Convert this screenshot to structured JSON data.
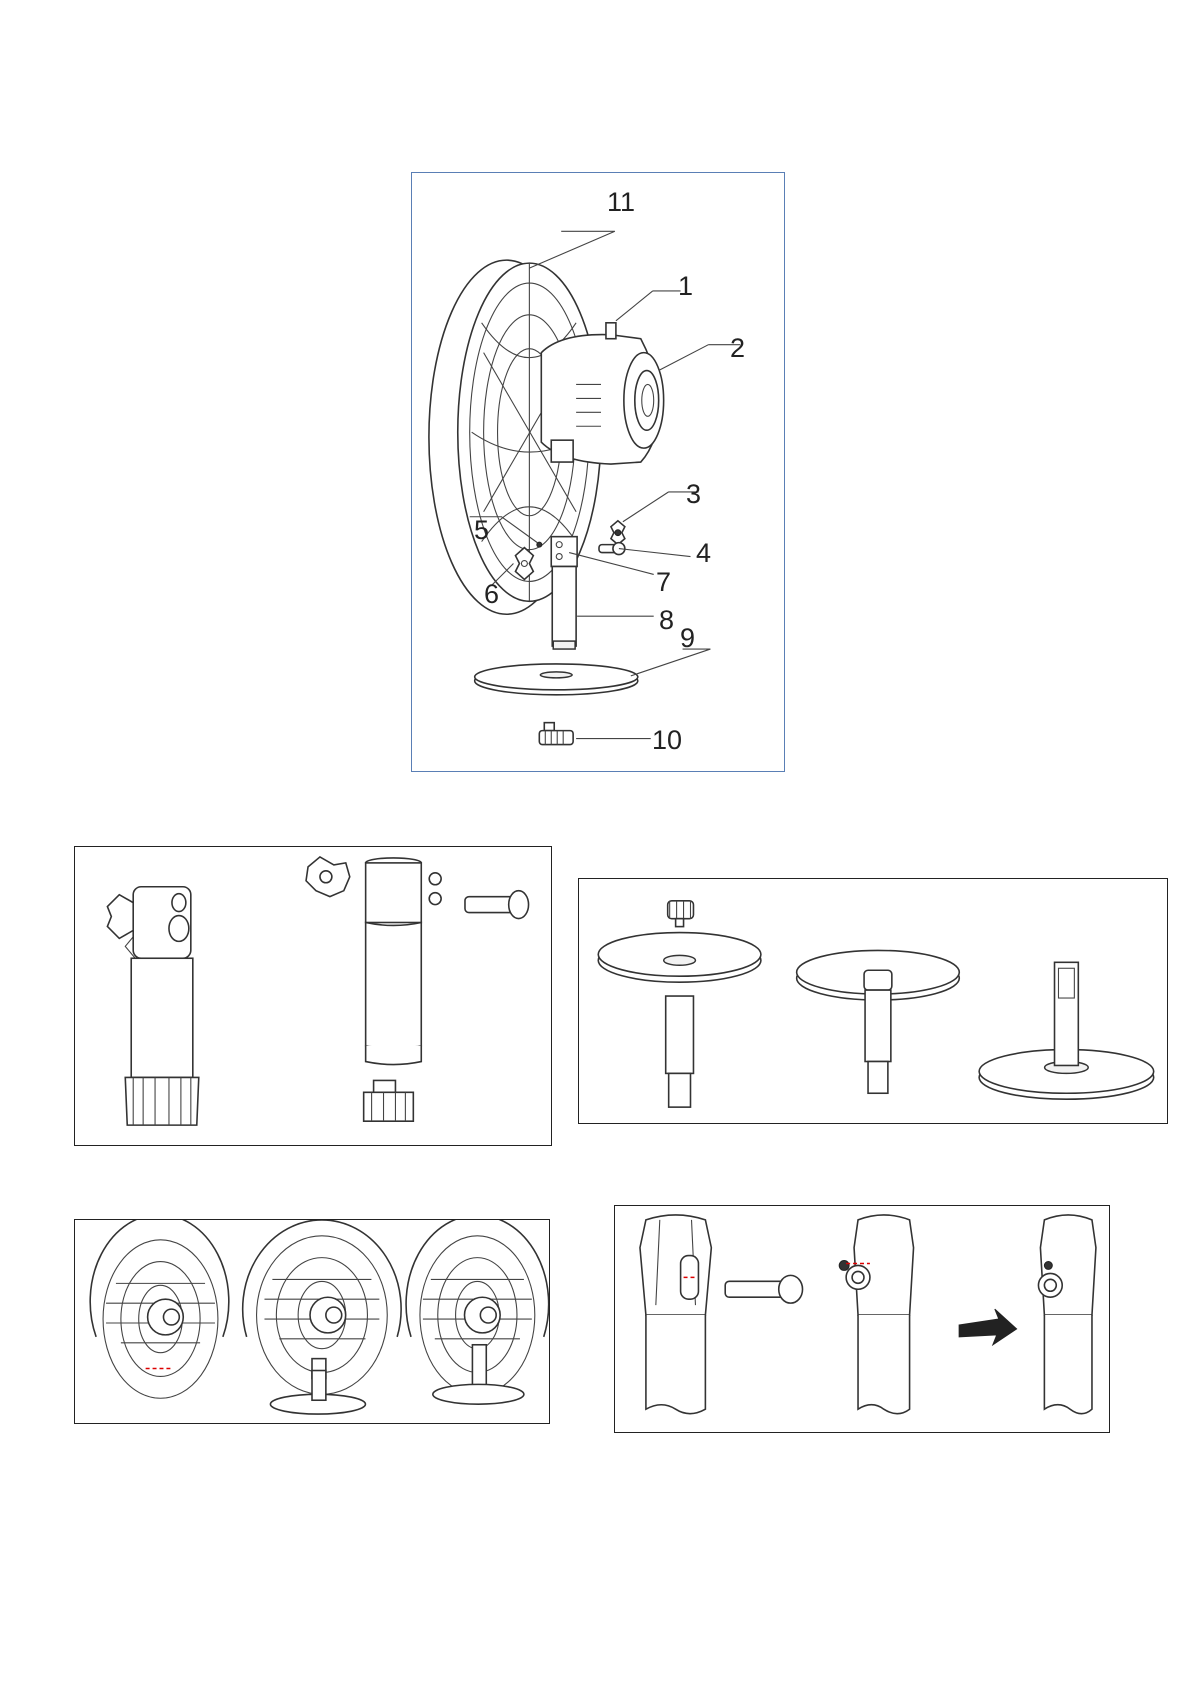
{
  "exploded_view": {
    "callouts": [
      {
        "id": "1",
        "label": "1"
      },
      {
        "id": "2",
        "label": "2"
      },
      {
        "id": "3",
        "label": "3"
      },
      {
        "id": "4",
        "label": "4"
      },
      {
        "id": "5",
        "label": "5"
      },
      {
        "id": "6",
        "label": "6"
      },
      {
        "id": "7",
        "label": "7"
      },
      {
        "id": "8",
        "label": "8"
      },
      {
        "id": "9",
        "label": "9"
      },
      {
        "id": "10",
        "label": "10"
      },
      {
        "id": "11",
        "label": "11"
      }
    ]
  },
  "colors": {
    "exploded_border": "#5a7fb5",
    "step_border": "#222222",
    "line_art": "#333333",
    "guide_marks": "#dd0000"
  },
  "icons": {
    "step4_arrow": "right-arrow-icon"
  }
}
